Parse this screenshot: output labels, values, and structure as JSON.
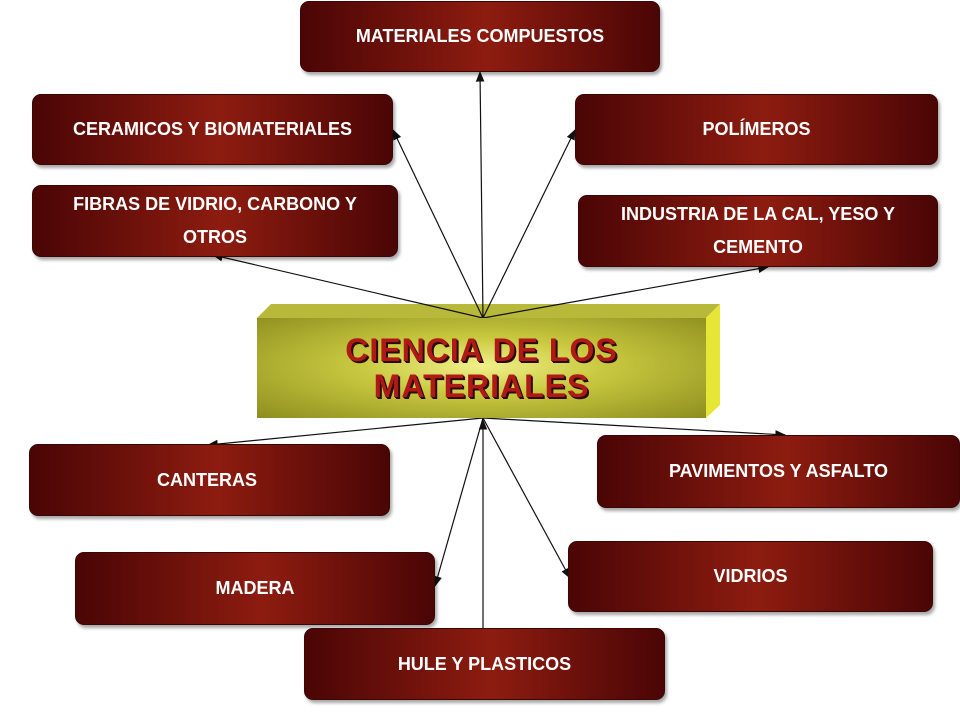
{
  "center": {
    "title": "CIENCIA DE LOS\nMATERIALES"
  },
  "nodes": {
    "materiales_compuestos": "MATERIALES COMPUESTOS",
    "ceramicos": "CERAMICOS Y BIOMATERIALES",
    "polimeros": "POLÍMEROS",
    "fibras": "FIBRAS DE VIDRIO, CARBONO Y OTROS",
    "industria_cal": "INDUSTRIA  DE LA CAL, YESO Y CEMENTO",
    "canteras": "CANTERAS",
    "pavimentos": "PAVIMENTOS Y ASFALTO",
    "madera": "MADERA",
    "vidrios": "VIDRIOS",
    "hule": "HULE Y PLASTICOS"
  },
  "colors": {
    "node_fill_dark": "#4a0505",
    "node_fill_light": "#8d1c10",
    "center_fill": "#c9c940",
    "title_color": "#b01a16",
    "arrow_color": "#111111"
  }
}
